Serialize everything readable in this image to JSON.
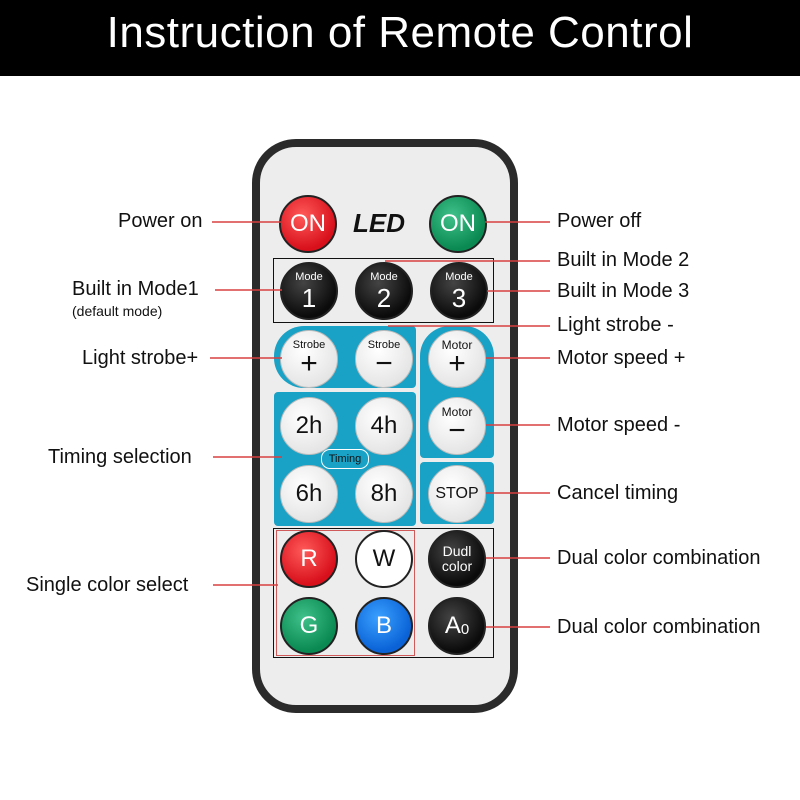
{
  "title": "Instruction of Remote Control",
  "remote": {
    "brand": "LED",
    "buttons": {
      "power_on": "ON",
      "power_off": "ON",
      "mode1_small": "Mode",
      "mode1_num": "1",
      "mode2_small": "Mode",
      "mode2_num": "2",
      "mode3_small": "Mode",
      "mode3_num": "3",
      "strobe_plus_small": "Strobe",
      "strobe_plus_sym": "+",
      "strobe_minus_small": "Strobe",
      "strobe_minus_sym": "−",
      "motor_plus_small": "Motor",
      "motor_plus_sym": "+",
      "motor_minus_small": "Motor",
      "motor_minus_sym": "−",
      "t2h": "2h",
      "t4h": "4h",
      "t6h": "6h",
      "t8h": "8h",
      "timing_tag": "Timing",
      "stop": "STOP",
      "r": "R",
      "w": "W",
      "g": "G",
      "b": "B",
      "dual1": "Dudl",
      "dual2": "color",
      "a0_main": "A",
      "a0_sub": "0"
    }
  },
  "labels": {
    "power_on": "Power on",
    "power_off": "Power off",
    "mode1": "Built in Mode1",
    "mode1_sub": "(default mode)",
    "mode2": "Built in Mode 2",
    "mode3": "Built in Mode 3",
    "strobe_minus": "Light strobe -",
    "strobe_plus": "Light strobe+",
    "motor_plus": "Motor speed +",
    "motor_minus": "Motor speed -",
    "timing": "Timing selection",
    "cancel": "Cancel timing",
    "single": "Single color select",
    "dual_a": "Dual color combination",
    "dual_b": "Dual color combination"
  },
  "colors": {
    "leader_line": "#d84040",
    "teal": "#19a2c6",
    "header_bg": "#000000"
  }
}
